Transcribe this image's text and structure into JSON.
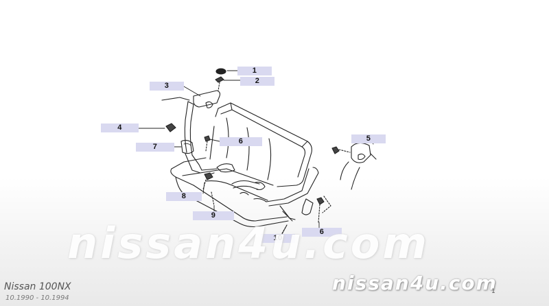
{
  "diagram": {
    "callouts": [
      {
        "id": "callout-1",
        "label": "1"
      },
      {
        "id": "callout-2",
        "label": "2"
      },
      {
        "id": "callout-3",
        "label": "3"
      },
      {
        "id": "callout-4",
        "label": "4"
      },
      {
        "id": "callout-5",
        "label": "5"
      },
      {
        "id": "callout-6a",
        "label": "6"
      },
      {
        "id": "callout-6b",
        "label": "6"
      },
      {
        "id": "callout-7",
        "label": "7"
      },
      {
        "id": "callout-8",
        "label": "8"
      },
      {
        "id": "callout-9",
        "label": "9"
      },
      {
        "id": "callout-10",
        "label": "10"
      }
    ]
  },
  "watermark": {
    "center": "nissan4u.com",
    "corner": "nissan4u.com"
  },
  "footer": {
    "model": "Nissan 100NX",
    "years": "10.1990 - 10.1994",
    "page_mark": "1"
  },
  "colors": {
    "callout_fill": "#d9d9f0",
    "line_art": "#222222"
  }
}
